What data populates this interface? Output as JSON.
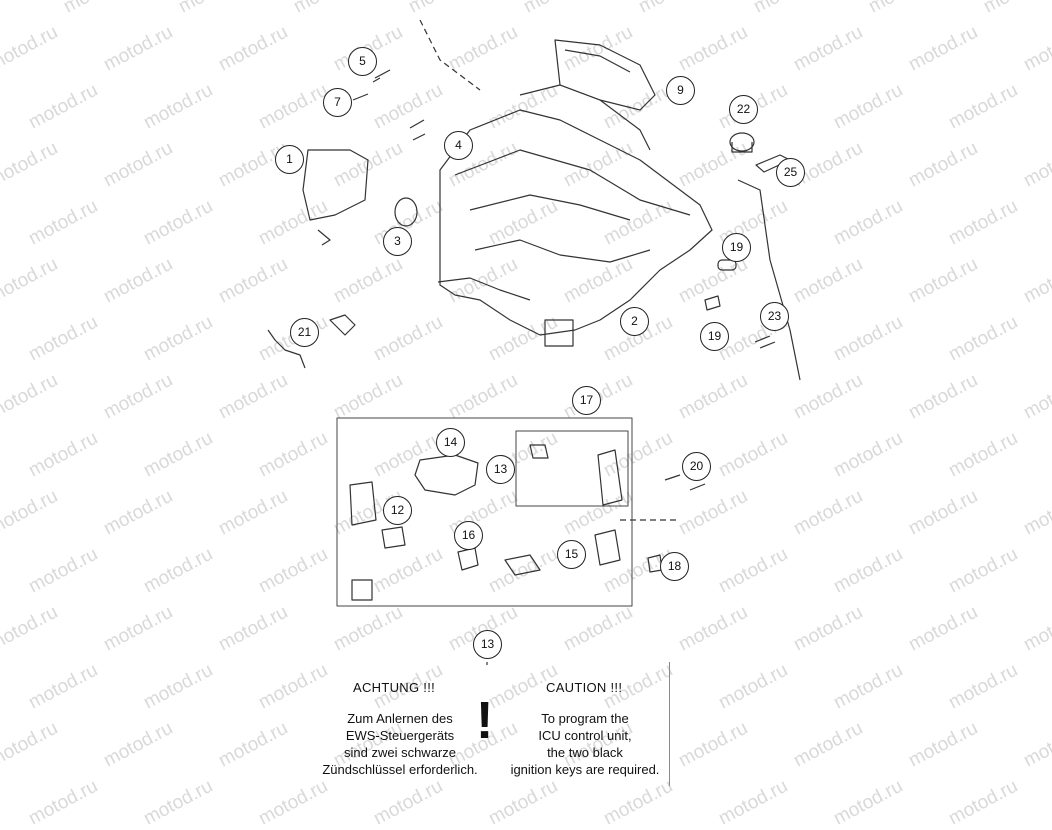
{
  "watermark": "motod.ru",
  "callouts": {
    "c1": "1",
    "c2": "2",
    "c3": "3",
    "c4": "4",
    "c5": "5",
    "c7": "7",
    "c9": "9",
    "c12": "12",
    "c13a": "13",
    "c13b": "13",
    "c14": "14",
    "c15": "15",
    "c16": "16",
    "c17": "17",
    "c18": "18",
    "c19a": "19",
    "c19b": "19",
    "c20": "20",
    "c21": "21",
    "c22": "22",
    "c23": "23",
    "c25": "25"
  },
  "notice": {
    "de_heading": "ACHTUNG !!!",
    "de_text": "Zum Anlernen des\nEWS-Steuergeräts\nsind zwei schwarze\nZündschlüssel erforderlich.",
    "en_heading": "CAUTION !!!",
    "en_text": "To program the\nICU control unit,\nthe two black\nignition keys are required.",
    "symbol": "!"
  }
}
